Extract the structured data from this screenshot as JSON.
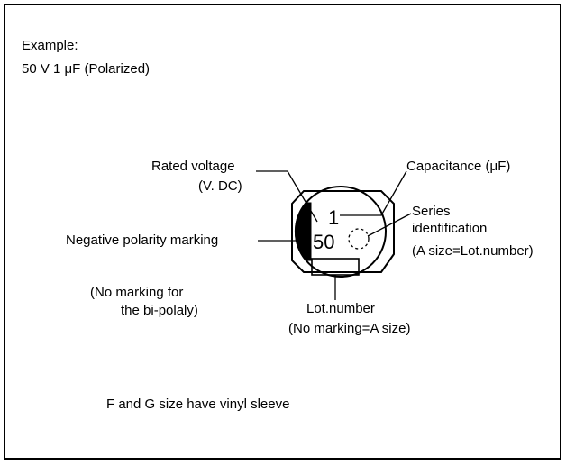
{
  "example": {
    "heading": "Example:",
    "spec": "50 V 1 μF (Polarized)"
  },
  "labels": {
    "rated_voltage": "Rated voltage",
    "rated_voltage_unit": "(V. DC)",
    "capacitance": "Capacitance (μF)",
    "series_line1": "Series",
    "series_line2": "identification",
    "series_line3": "(A size=Lot.number)",
    "negative_polarity": "Negative polarity marking",
    "no_marking_line1": "(No marking for",
    "no_marking_line2": "the bi-polaly)",
    "lot_number": "Lot.number",
    "lot_number_note": "(No marking=A size)",
    "footer": "F and G size have vinyl sleeve"
  },
  "capacitor": {
    "capacitance_marking": "1",
    "voltage_marking": "50"
  }
}
